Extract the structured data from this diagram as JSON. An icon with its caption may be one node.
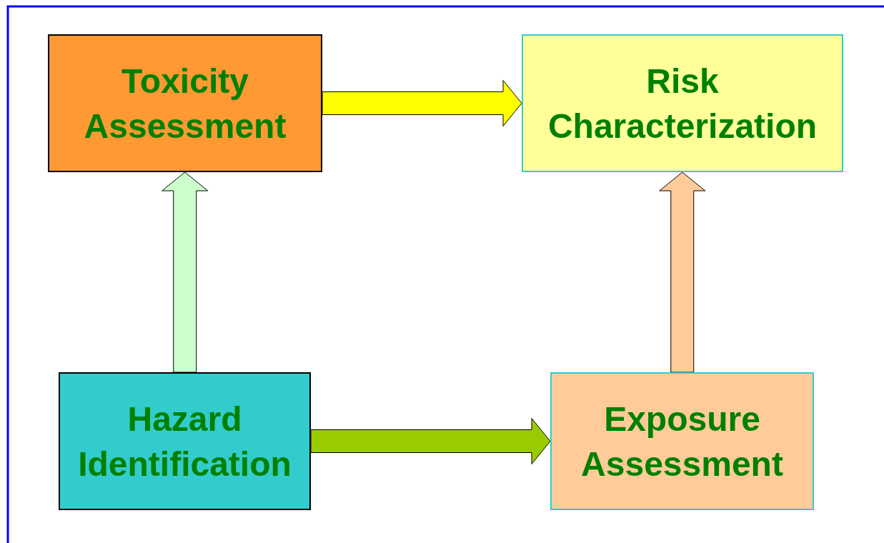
{
  "diagram": {
    "nodes": [
      {
        "text": [
          "Toxicity Assessment"
        ]
      },
      {
        "text": [
          "Risk Characterization"
        ]
      },
      {
        "text": [
          "Hazard Identification"
        ]
      },
      {
        "text": [
          "Exposure Assessment"
        ]
      }
    ],
    "edges": [
      {
        "from": 0,
        "to": 1,
        "arrow": "to",
        "style": "thick",
        "color": "#ffff00"
      },
      {
        "from": 2,
        "to": 0,
        "arrow": "to",
        "style": "thick",
        "color": "#ccffcc"
      },
      {
        "from": 3,
        "to": 1,
        "arrow": "to",
        "style": "thick",
        "color": "#ffcc99"
      },
      {
        "from": 2,
        "to": 3,
        "arrow": "to",
        "style": "thick",
        "color": "#99cc00"
      }
    ]
  }
}
